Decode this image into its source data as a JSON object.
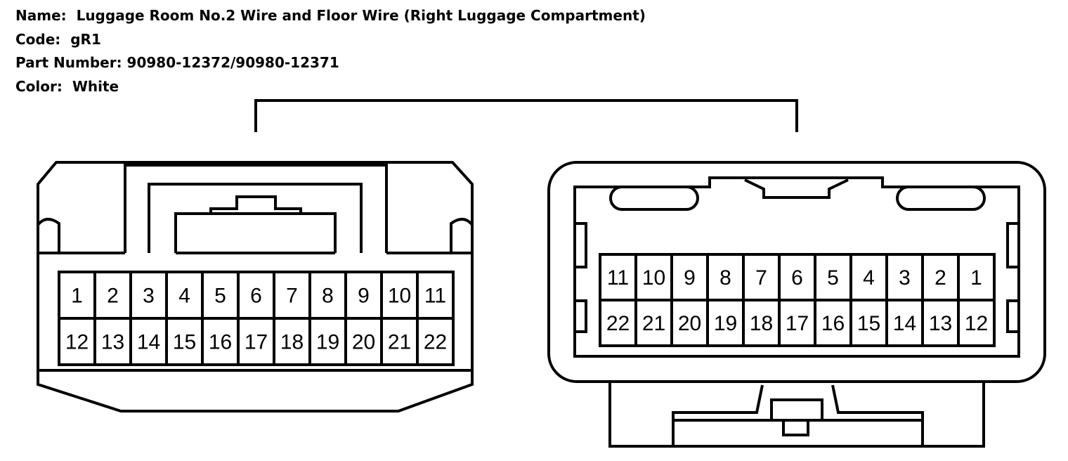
{
  "header": {
    "name_label": "Name:",
    "name_value": "Luggage Room No.2 Wire and Floor Wire (Right Luggage Compartment)",
    "code_label": "Code:",
    "code_value": "gR1",
    "part_label": "Part Number:",
    "part_value": "90980-12372/90980-12371",
    "color_label": "Color:",
    "color_value": "White"
  },
  "connector_left": {
    "top_row": [
      "1",
      "2",
      "3",
      "4",
      "5",
      "6",
      "7",
      "8",
      "9",
      "10",
      "11"
    ],
    "bottom_row": [
      "12",
      "13",
      "14",
      "15",
      "16",
      "17",
      "18",
      "19",
      "20",
      "21",
      "22"
    ]
  },
  "connector_right": {
    "top_row": [
      "11",
      "10",
      "9",
      "8",
      "7",
      "6",
      "5",
      "4",
      "3",
      "2",
      "1"
    ],
    "bottom_row": [
      "22",
      "21",
      "20",
      "19",
      "18",
      "17",
      "16",
      "15",
      "14",
      "13",
      "12"
    ]
  }
}
